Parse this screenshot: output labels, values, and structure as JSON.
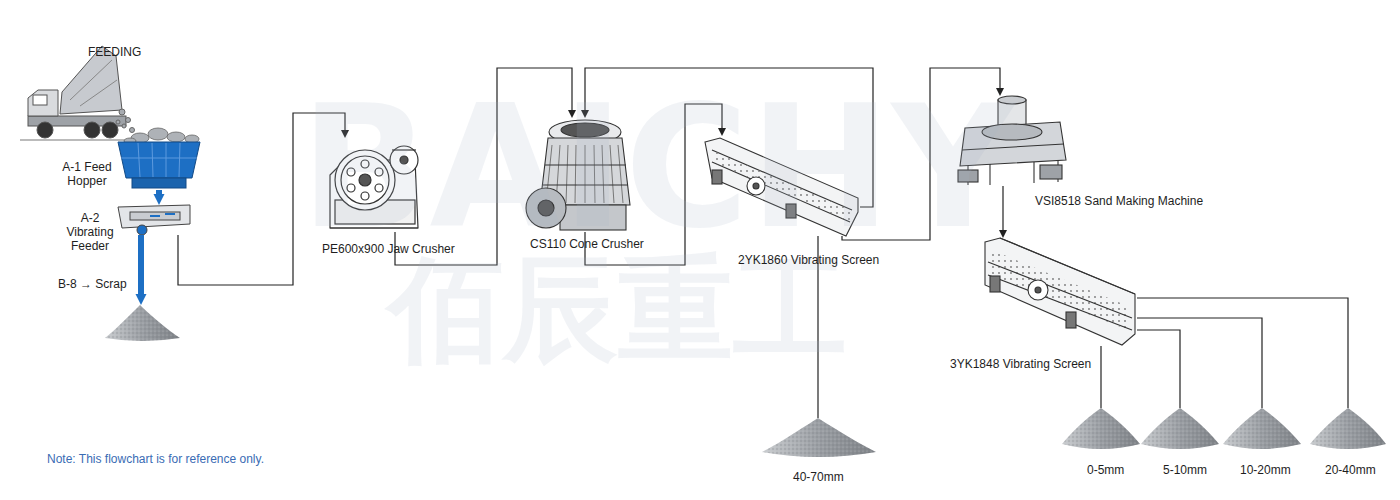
{
  "diagram": {
    "nodes": [
      {
        "text": [
          "A-1 Feed Hopper"
        ]
      },
      {
        "text": [
          "A-2 Vibrating Feeder"
        ]
      },
      {
        "text": [
          "B-8 → Scrap"
        ]
      },
      {
        "text": [
          "PE600x900 Jaw Crusher"
        ]
      },
      {
        "text": [
          "CS110 Cone Crusher"
        ]
      },
      {
        "text": [
          "2YK1860 Vibrating Screen"
        ]
      },
      {
        "text": [
          "40-70mm"
        ]
      },
      {
        "text": [
          "VSI8518 Sand Making Machine"
        ]
      },
      {
        "text": [
          "3YK1848 Vibrating Screen"
        ]
      },
      {
        "text": [
          "0-5mm"
        ]
      },
      {
        "text": [
          "5-10mm"
        ]
      },
      {
        "text": [
          "10-20mm"
        ]
      },
      {
        "text": [
          "20-40mm"
        ]
      }
    ],
    "edges": [
      {
        "from": 0,
        "to": 1,
        "arrow": "to"
      },
      {
        "from": 1,
        "to": 2,
        "arrow": "to"
      },
      {
        "from": 1,
        "to": 3,
        "arrow": "to"
      },
      {
        "from": 3,
        "to": 4,
        "arrow": "to"
      },
      {
        "from": 4,
        "to": 5,
        "arrow": "to"
      },
      {
        "from": 5,
        "to": 4,
        "arrow": "to"
      },
      {
        "from": 5,
        "to": 6,
        "arrow": "none"
      },
      {
        "from": 5,
        "to": 7,
        "arrow": "to"
      },
      {
        "from": 7,
        "to": 8,
        "arrow": "to"
      },
      {
        "from": 8,
        "to": 9,
        "arrow": "none"
      },
      {
        "from": 8,
        "to": 10,
        "arrow": "none"
      },
      {
        "from": 8,
        "to": 11,
        "arrow": "none"
      },
      {
        "from": 8,
        "to": 12,
        "arrow": "none"
      }
    ],
    "labels": [
      "FEEDING",
      "Note: This flowchart is for reference only.",
      "BAICHY",
      "佰辰重工"
    ]
  }
}
